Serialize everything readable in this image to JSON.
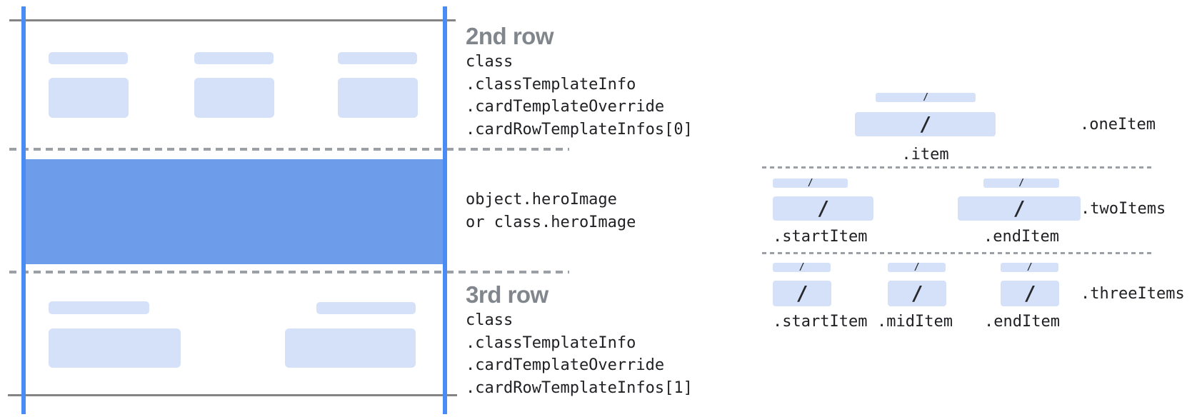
{
  "colors": {
    "placeholder_blue": "#d4e1f8",
    "hero_blue": "#6d9ceb",
    "guide_line_blue": "#4a8cf5",
    "solid_line_gray": "#848484",
    "dashed_line_gray": "#9aa0a6",
    "heading_gray": "#80868b",
    "code_text": "#202124"
  },
  "card": {
    "row2": {
      "heading": "2nd row",
      "lines": [
        "class",
        ".classTemplateInfo",
        ".cardTemplateOverride",
        ".cardRowTemplateInfos[0]"
      ]
    },
    "hero": {
      "lines": [
        "object.heroImage",
        "or class.heroImage"
      ]
    },
    "row3": {
      "heading": "3rd row",
      "lines": [
        "class",
        ".classTemplateInfo",
        ".cardTemplateOverride",
        ".cardRowTemplateInfos[1]"
      ]
    }
  },
  "diagram": {
    "slash": "/",
    "one_item": {
      "row_label": ".oneItem",
      "item_labels": [
        ".item"
      ]
    },
    "two_items": {
      "row_label": ".twoItems",
      "item_labels": [
        ".startItem",
        ".endItem"
      ]
    },
    "three_items": {
      "row_label": ".threeItems",
      "item_labels": [
        ".startItem",
        ".midItem",
        ".endItem"
      ]
    }
  }
}
